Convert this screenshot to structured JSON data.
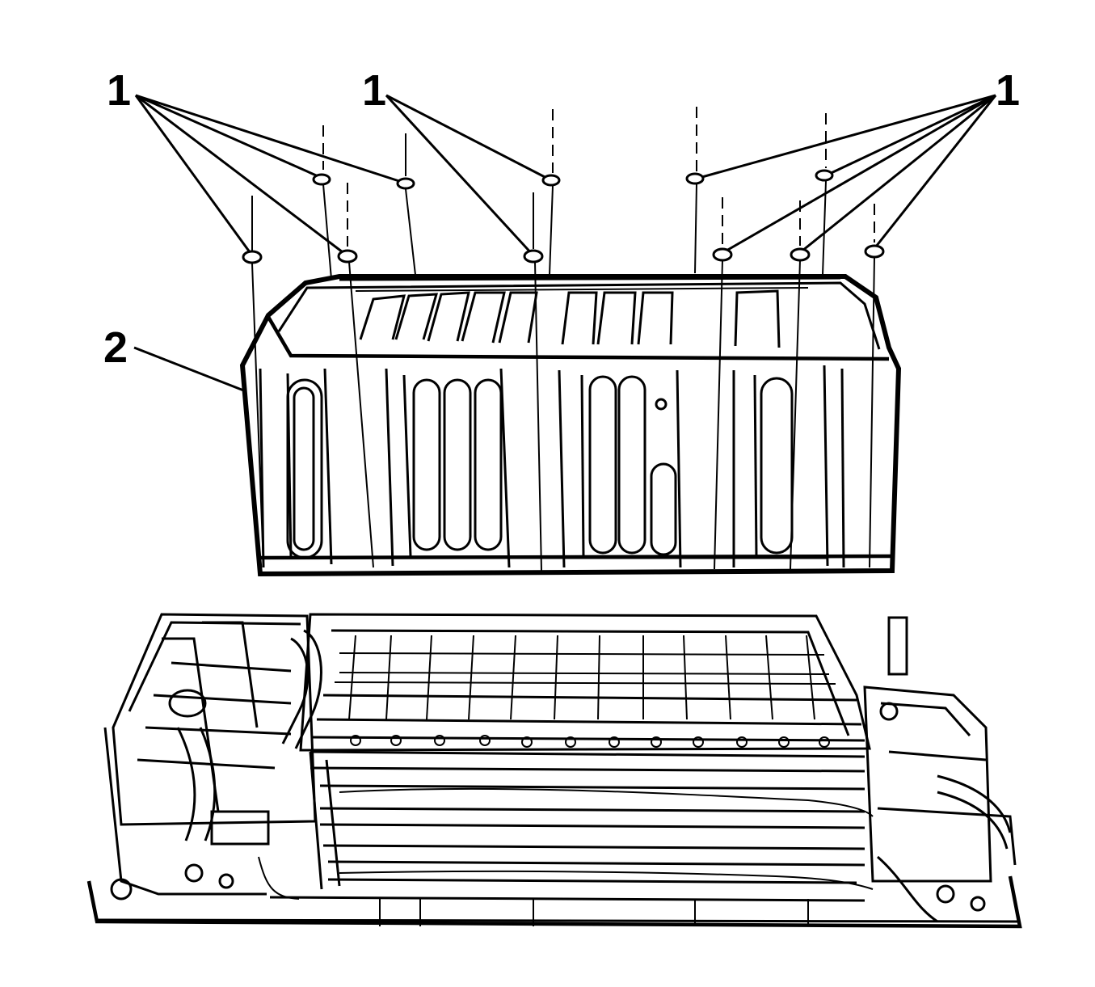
{
  "callouts": {
    "fastener_group_left": "1",
    "fastener_group_center": "1",
    "fastener_group_right": "1",
    "cover": "2"
  },
  "colors": {
    "ink": "#000000",
    "background": "#ffffff"
  }
}
